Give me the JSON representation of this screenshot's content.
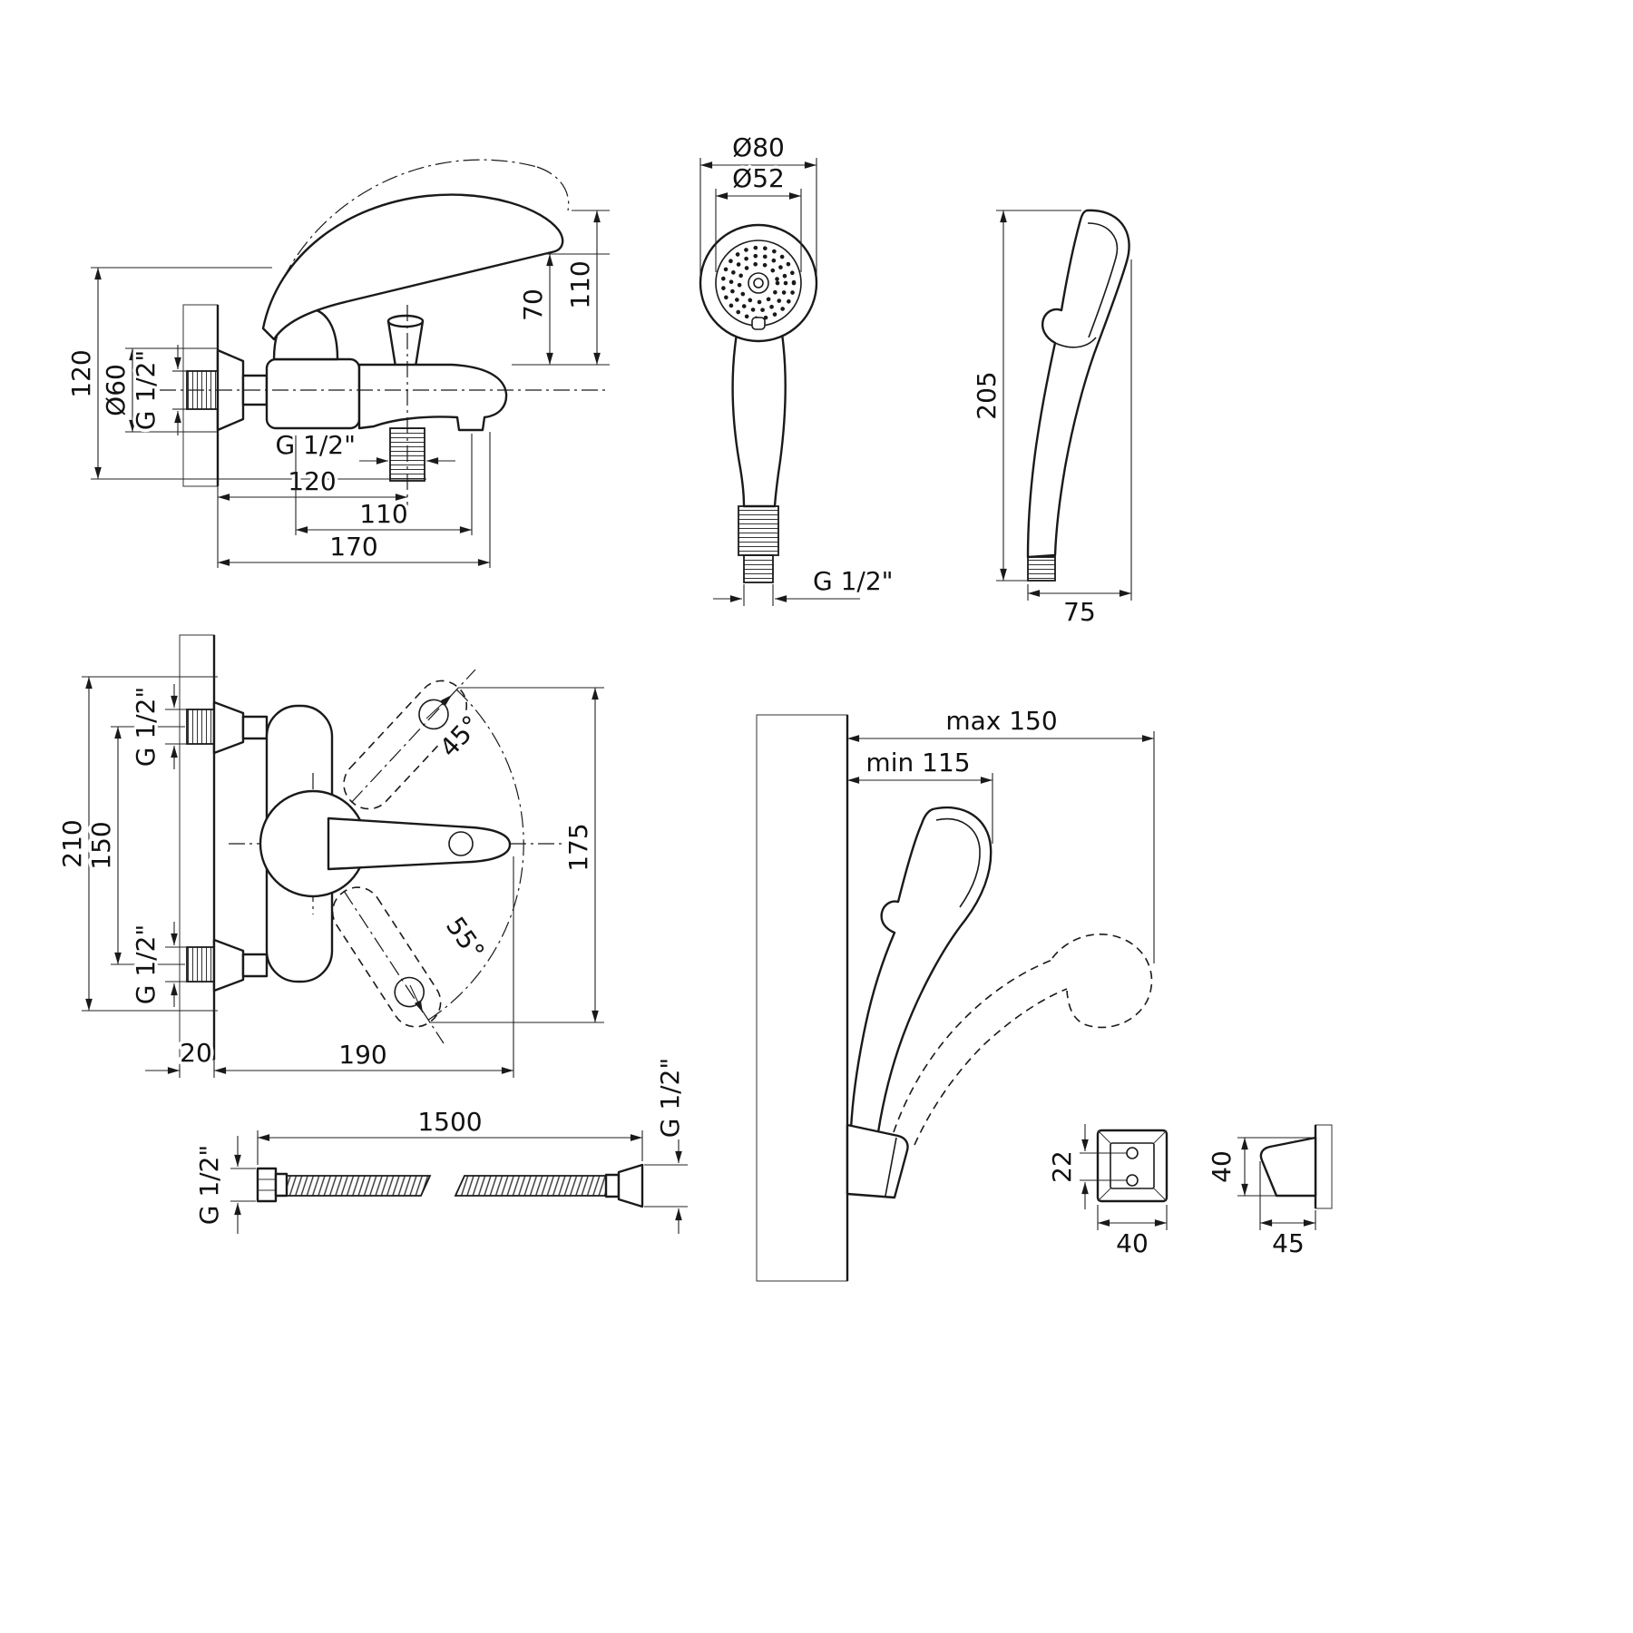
{
  "drawing": {
    "mixer_side": {
      "overall_height": "120",
      "flange_diameter": "Ø60",
      "wall_thread": "G 1/2\"",
      "handle_height": "110",
      "cartridge_height": "70",
      "shower_outlet_thread": "G 1/2\"",
      "outlet_offset": "120",
      "aerator_offset": "110",
      "spout_reach": "170"
    },
    "handshower_front": {
      "head_diameter": "Ø80",
      "face_diameter": "Ø52",
      "thread": "G 1/2\""
    },
    "handshower_side": {
      "length": "205",
      "depth": "75"
    },
    "mixer_front": {
      "overall_height": "210",
      "inlet_spacing": "150",
      "inlet_thread_top": "G 1/2\"",
      "inlet_thread_bottom": "G 1/2\"",
      "spout_angle_up": "45°",
      "spout_angle_down": "55°",
      "swing_height": "175",
      "wall_thickness": "20",
      "spout_length": "190"
    },
    "hose": {
      "thread_left": "G 1/2\"",
      "length": "1500",
      "thread_right": "G 1/2\""
    },
    "wall_holder": {
      "max_distance": "max 150",
      "min_distance": "min 115"
    },
    "bracket": {
      "hole_spacing": "22",
      "width": "40",
      "height": "40",
      "depth": "45"
    }
  }
}
